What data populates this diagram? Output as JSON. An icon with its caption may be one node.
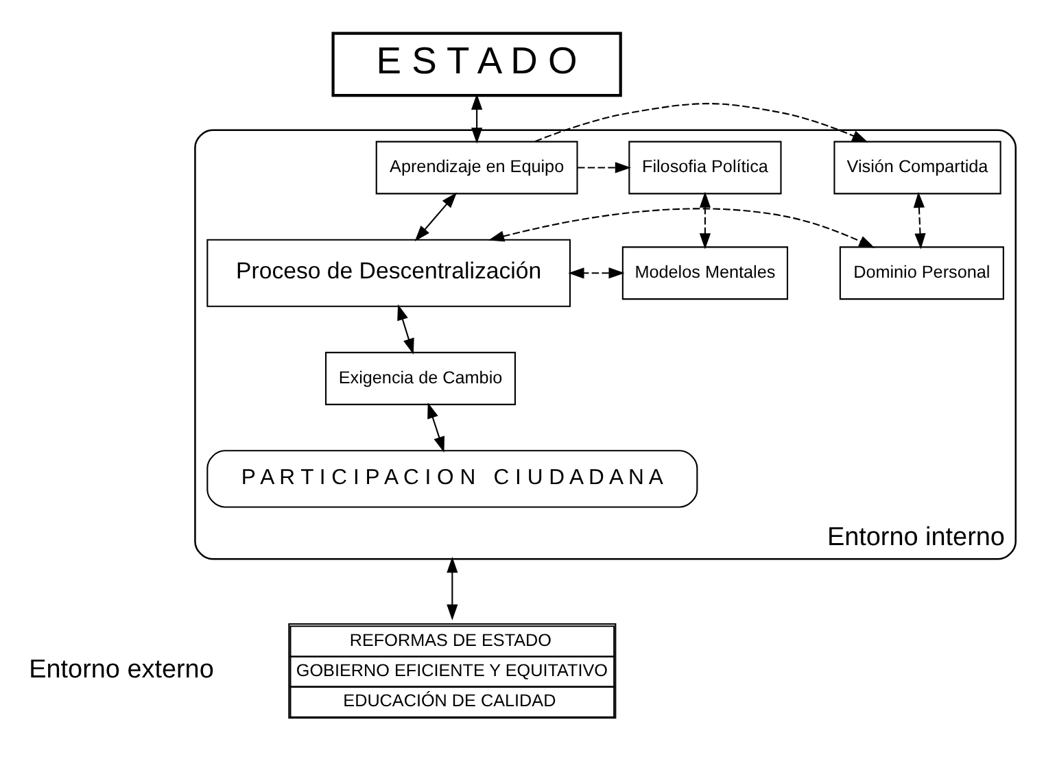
{
  "diagram": {
    "nodes": [
      {
        "text": [
          "E S T A D O"
        ]
      },
      {
        "text": [
          "Entorno interno"
        ]
      },
      {
        "text": [
          "Aprendizaje en Equipo"
        ],
        "in": 1
      },
      {
        "text": [
          "Filosofia Política"
        ],
        "in": 1
      },
      {
        "text": [
          "Visión Compartida"
        ],
        "in": 1
      },
      {
        "text": [
          "Modelos Mentales"
        ],
        "in": 1
      },
      {
        "text": [
          "Proceso de Descentralización"
        ],
        "in": 1
      },
      {
        "text": [
          "Dominio Personal"
        ],
        "in": 1
      },
      {
        "text": [
          "Exigencia de Cambio"
        ],
        "in": 1
      },
      {
        "text": [
          "P A R T I C I P A C I O N   C I U D A D A N A"
        ],
        "in": 1
      },
      {
        "text": [
          "REFORMAS DE ESTADO",
          "GOBIERNO EFICIENTE Y EQUITATIVO",
          "EDUCACIÓN DE CALIDAD"
        ]
      }
    ],
    "edges": [
      {
        "from": 0,
        "to": 2,
        "arrow": "both"
      },
      {
        "from": 2,
        "to": 3,
        "arrow": "to",
        "style": "dashed"
      },
      {
        "from": 2,
        "to": 4,
        "arrow": "to",
        "style": "dashed"
      },
      {
        "from": 3,
        "to": 5,
        "arrow": "both",
        "style": "dashed"
      },
      {
        "from": 4,
        "to": 7,
        "arrow": "both",
        "style": "dashed"
      },
      {
        "from": 2,
        "to": 6,
        "arrow": "both"
      },
      {
        "from": 5,
        "to": 6,
        "arrow": "both",
        "style": "dashed"
      },
      {
        "from": 6,
        "to": 7,
        "arrow": "both",
        "style": "dashed"
      },
      {
        "from": 6,
        "to": 8,
        "arrow": "both"
      },
      {
        "from": 8,
        "to": 9,
        "arrow": "both"
      },
      {
        "from": 1,
        "to": 10,
        "arrow": "both"
      }
    ],
    "labels": [
      "Entorno externo"
    ]
  }
}
